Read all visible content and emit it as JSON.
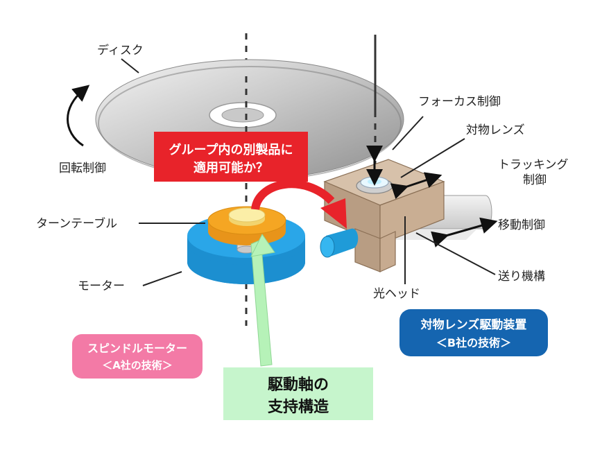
{
  "labels": {
    "disc": "ディスク",
    "rotation_control": "回転制御",
    "turntable": "ターンテーブル",
    "motor": "モーター",
    "focus_control": "フォーカス制御",
    "objective_lens": "対物レンズ",
    "tracking_control_line1": "トラッキング",
    "tracking_control_line2": "制御",
    "move_control": "移動制御",
    "feed_mechanism": "送り機構",
    "optical_head": "光ヘッド"
  },
  "callouts": {
    "group_question": {
      "line1": "グループ内の別製品に",
      "line2": "適用可能か？",
      "color": "#e8232a"
    },
    "spindle_motor": {
      "line1": "スピンドルモーター",
      "line2": "＜A社の技術＞",
      "color": "#f37aa6"
    },
    "lens_drive": {
      "line1": "対物レンズ駆動装置",
      "line2": "＜B社の技術＞",
      "color": "#1565b0"
    },
    "drive_shaft": {
      "line1": "駆動軸の",
      "line2": "支持構造",
      "color": "#c6f5cc"
    }
  },
  "colors": {
    "disc": "#c8c8c8",
    "turntable": "#f5a623",
    "motor": "#2aa6e8",
    "head": "#c7ad94",
    "red_arrow": "#e8232a",
    "green_arrow": "#b6f2b8"
  }
}
